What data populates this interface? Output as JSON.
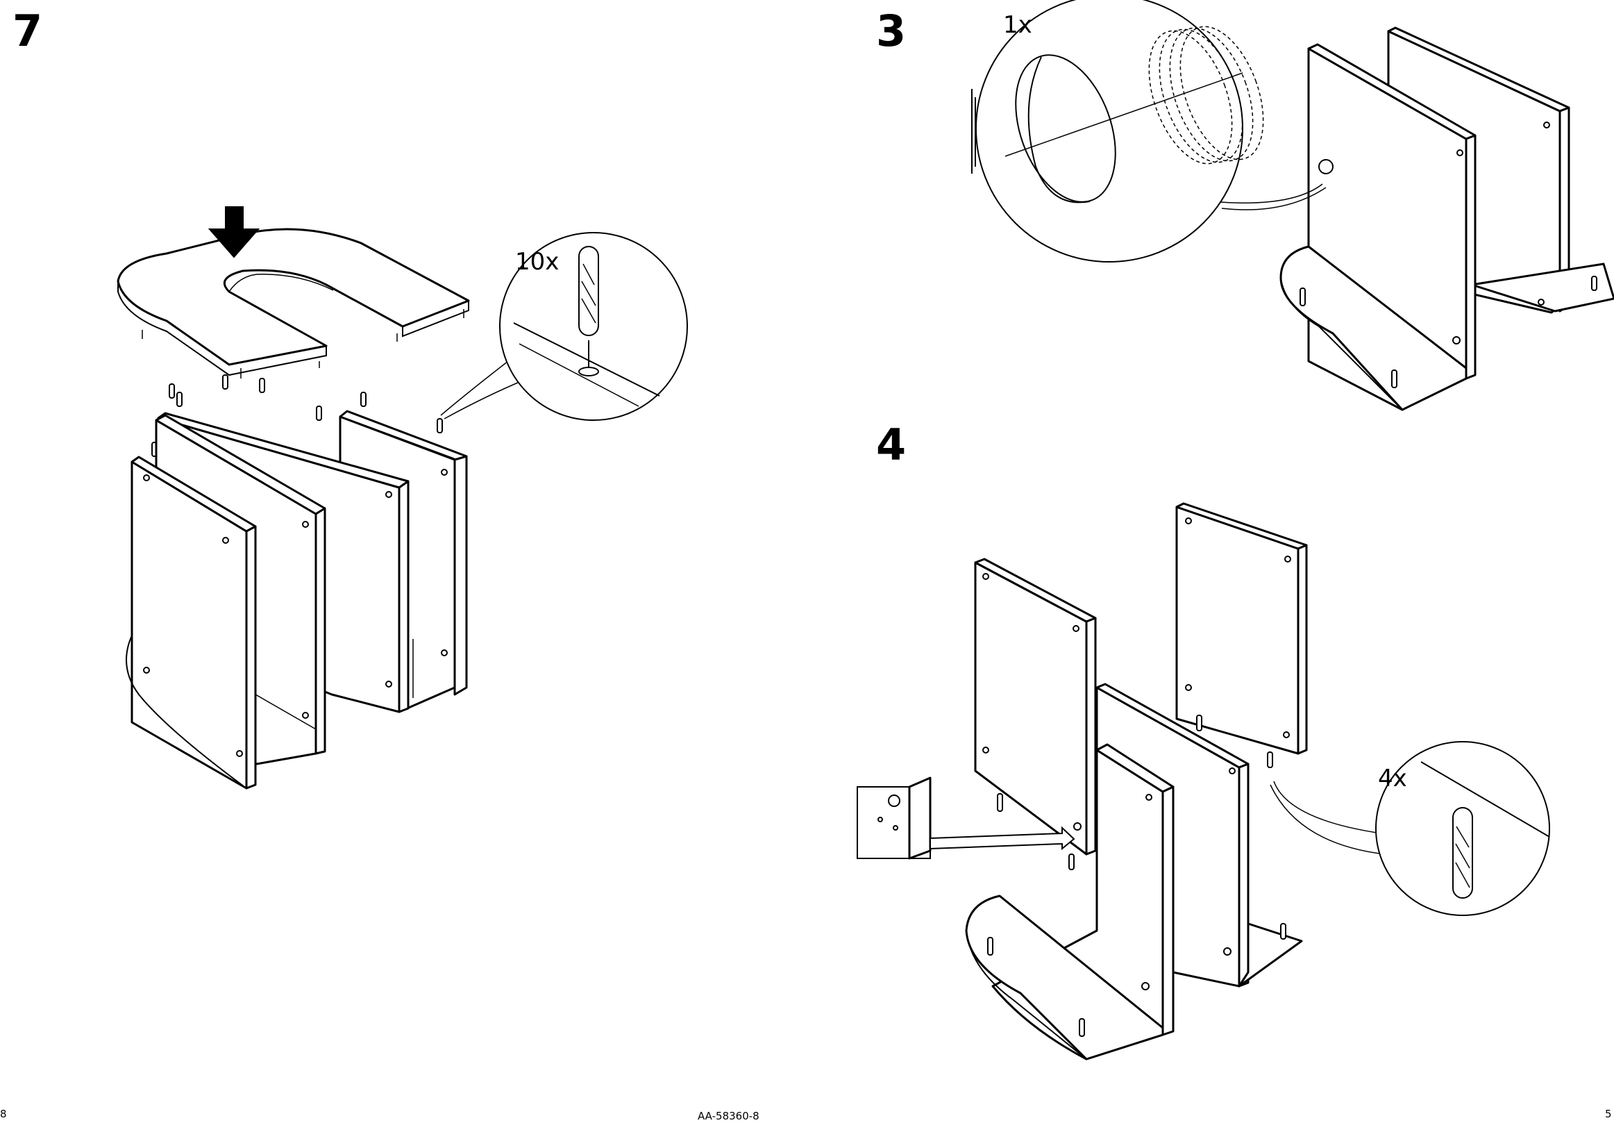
{
  "steps": {
    "left": {
      "number": "7",
      "dowel_qty": "10x"
    },
    "top_right": {
      "number": "3",
      "part_qty": "1x"
    },
    "bottom_right": {
      "number": "4",
      "dowel_qty": "4x"
    }
  },
  "footer": {
    "left_page_number": "8",
    "document_code": "AA-58360-8",
    "right_page_number": "5"
  },
  "icons": {
    "arrow": "down-arrow-icon",
    "dowel": "wooden-dowel-icon",
    "plug": "hole-plug-icon"
  },
  "colors": {
    "ink": "#000000",
    "paper": "#ffffff"
  }
}
